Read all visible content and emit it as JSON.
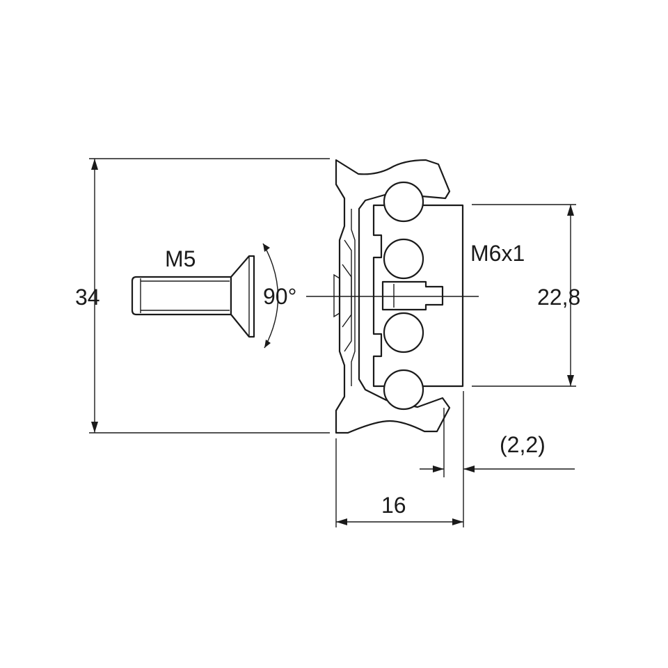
{
  "labels": {
    "screw_thread": "M5",
    "countersink_angle": "90°",
    "nut_thread": "M6x1",
    "overall_height": "34",
    "ball_span": "22,8",
    "offset": "(2,2)",
    "width": "16"
  }
}
